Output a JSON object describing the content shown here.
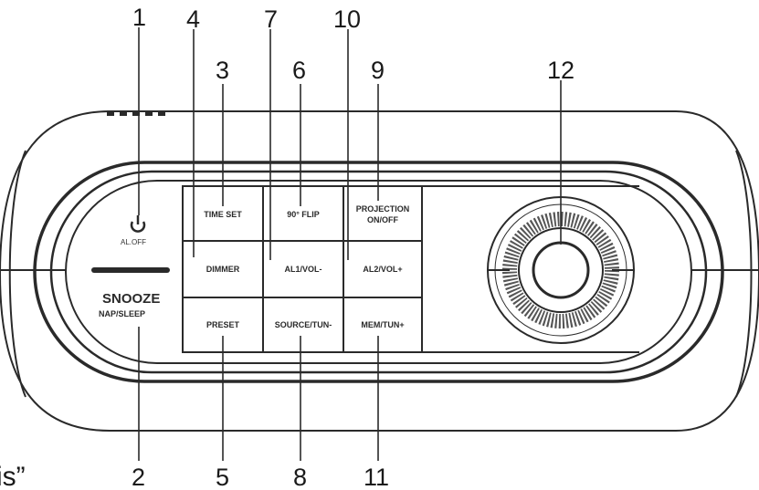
{
  "callouts": [
    "1",
    "2",
    "3",
    "4",
    "5",
    "6",
    "7",
    "8",
    "9",
    "10",
    "11",
    "12"
  ],
  "power": {
    "label": "AL.OFF"
  },
  "snooze": {
    "title": "SNOOZE",
    "subtitle": "NAP/SLEEP"
  },
  "buttons": {
    "time_set": "TIME SET",
    "ninety_flip": "90° FLIP",
    "projection_line1": "PROJECTION",
    "projection_line2": "ON/OFF",
    "dimmer": "DIMMER",
    "al1_vol_minus": "AL1/VOL-",
    "al2_vol_plus": "AL2/VOL+",
    "preset": "PRESET",
    "source_tun_minus": "SOURCE/TUN-",
    "mem_tun_plus": "MEM/TUN+"
  },
  "fragment": "is”"
}
